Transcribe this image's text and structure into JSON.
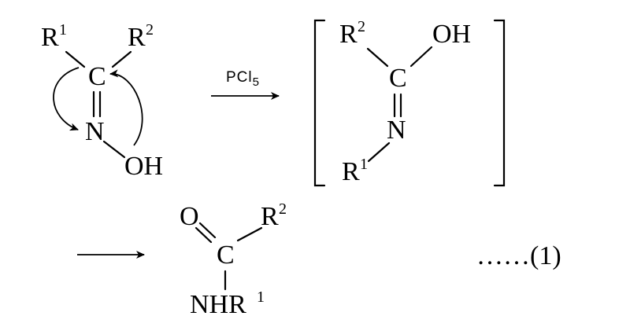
{
  "oxime": {
    "r1": "R",
    "r1_sup": "1",
    "r2": "R",
    "r2_sup": "2",
    "carbon": "C",
    "nitrogen": "N",
    "hydroxyl": "OH"
  },
  "reagent": {
    "label": "PCl",
    "subscript": "5"
  },
  "intermediate": {
    "r2": "R",
    "r2_sup": "2",
    "hydroxyl": "OH",
    "carbon": "C",
    "nitrogen": "N",
    "r1": "R",
    "r1_sup": "1"
  },
  "product": {
    "oxygen": "O",
    "r2": "R",
    "r2_sup": "2",
    "carbon": "C",
    "amine": "NHR",
    "amine_sup": "1"
  },
  "equation_number": "……(1)",
  "colors": {
    "ink": "#000000",
    "background": "#ffffff"
  }
}
